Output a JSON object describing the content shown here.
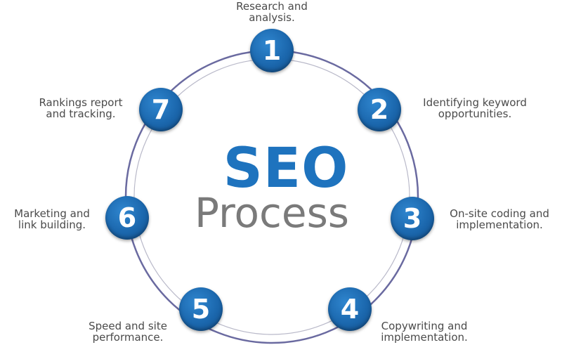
{
  "title": "SEO",
  "subtitle": "Process",
  "colors": {
    "ring": "#6a6aa0",
    "inner_ring": "#b9b9c9",
    "node": "#1b67ad",
    "title": "#1e73be",
    "subtitle": "#7a7a7a",
    "label": "#4a4a4a"
  },
  "steps": [
    {
      "number": "1",
      "line1": "Research and",
      "line2": "analysis."
    },
    {
      "number": "2",
      "line1": "Identifying keyword",
      "line2": "opportunities."
    },
    {
      "number": "3",
      "line1": "On-site coding and",
      "line2": "implementation."
    },
    {
      "number": "4",
      "line1": "Copywriting and",
      "line2": "implementation."
    },
    {
      "number": "5",
      "line1": "Speed and site",
      "line2": "performance."
    },
    {
      "number": "6",
      "line1": "Marketing and",
      "line2": "link building."
    },
    {
      "number": "7",
      "line1": "Rankings report",
      "line2": "and tracking."
    }
  ]
}
